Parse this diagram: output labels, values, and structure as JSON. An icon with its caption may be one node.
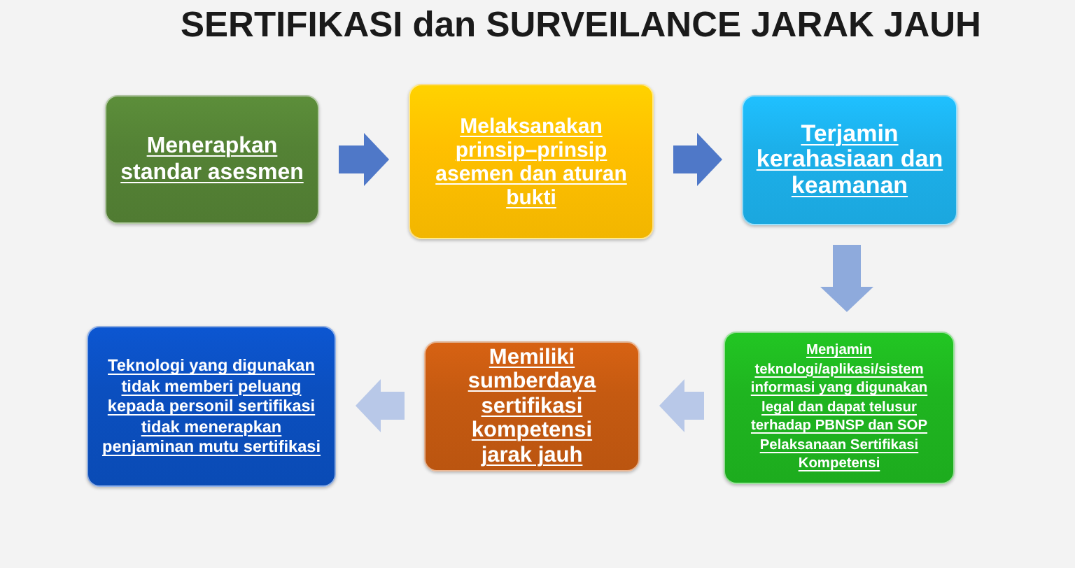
{
  "diagram": {
    "title": "SERTIFIKASI dan SURVEILANCE JARAK JAUH",
    "nodes": [
      {
        "text": [
          "Menerapkan standar asesmen"
        ]
      },
      {
        "text": [
          "Melaksanakan prinsip–prinsip asemen dan aturan bukti"
        ]
      },
      {
        "text": [
          "Terjamin kerahasiaan dan keamanan"
        ]
      },
      {
        "text": [
          "Menjamin teknologi/aplikasi/sistem informasi yang digunakan legal dan dapat telusur terhadap PBNSP dan SOP Pelaksanaan Sertifikasi Kompetensi"
        ]
      },
      {
        "text": [
          "Memiliki sumberdaya sertifikasi kompetensi jarak jauh"
        ]
      },
      {
        "text": [
          "Teknologi yang digunakan tidak memberi peluang kepada personil sertifikasi tidak menerapkan penjaminan mutu sertifikasi"
        ]
      }
    ],
    "edges": [
      {
        "from": 0,
        "to": 1,
        "arrow": "to"
      },
      {
        "from": 1,
        "to": 2,
        "arrow": "to"
      },
      {
        "from": 2,
        "to": 3,
        "arrow": "to",
        "color": "#8eaadc"
      },
      {
        "from": 3,
        "to": 4,
        "arrow": "to",
        "color": "#b8c8e8"
      },
      {
        "from": 4,
        "to": 5,
        "arrow": "to",
        "color": "#b8c8e8"
      }
    ]
  }
}
